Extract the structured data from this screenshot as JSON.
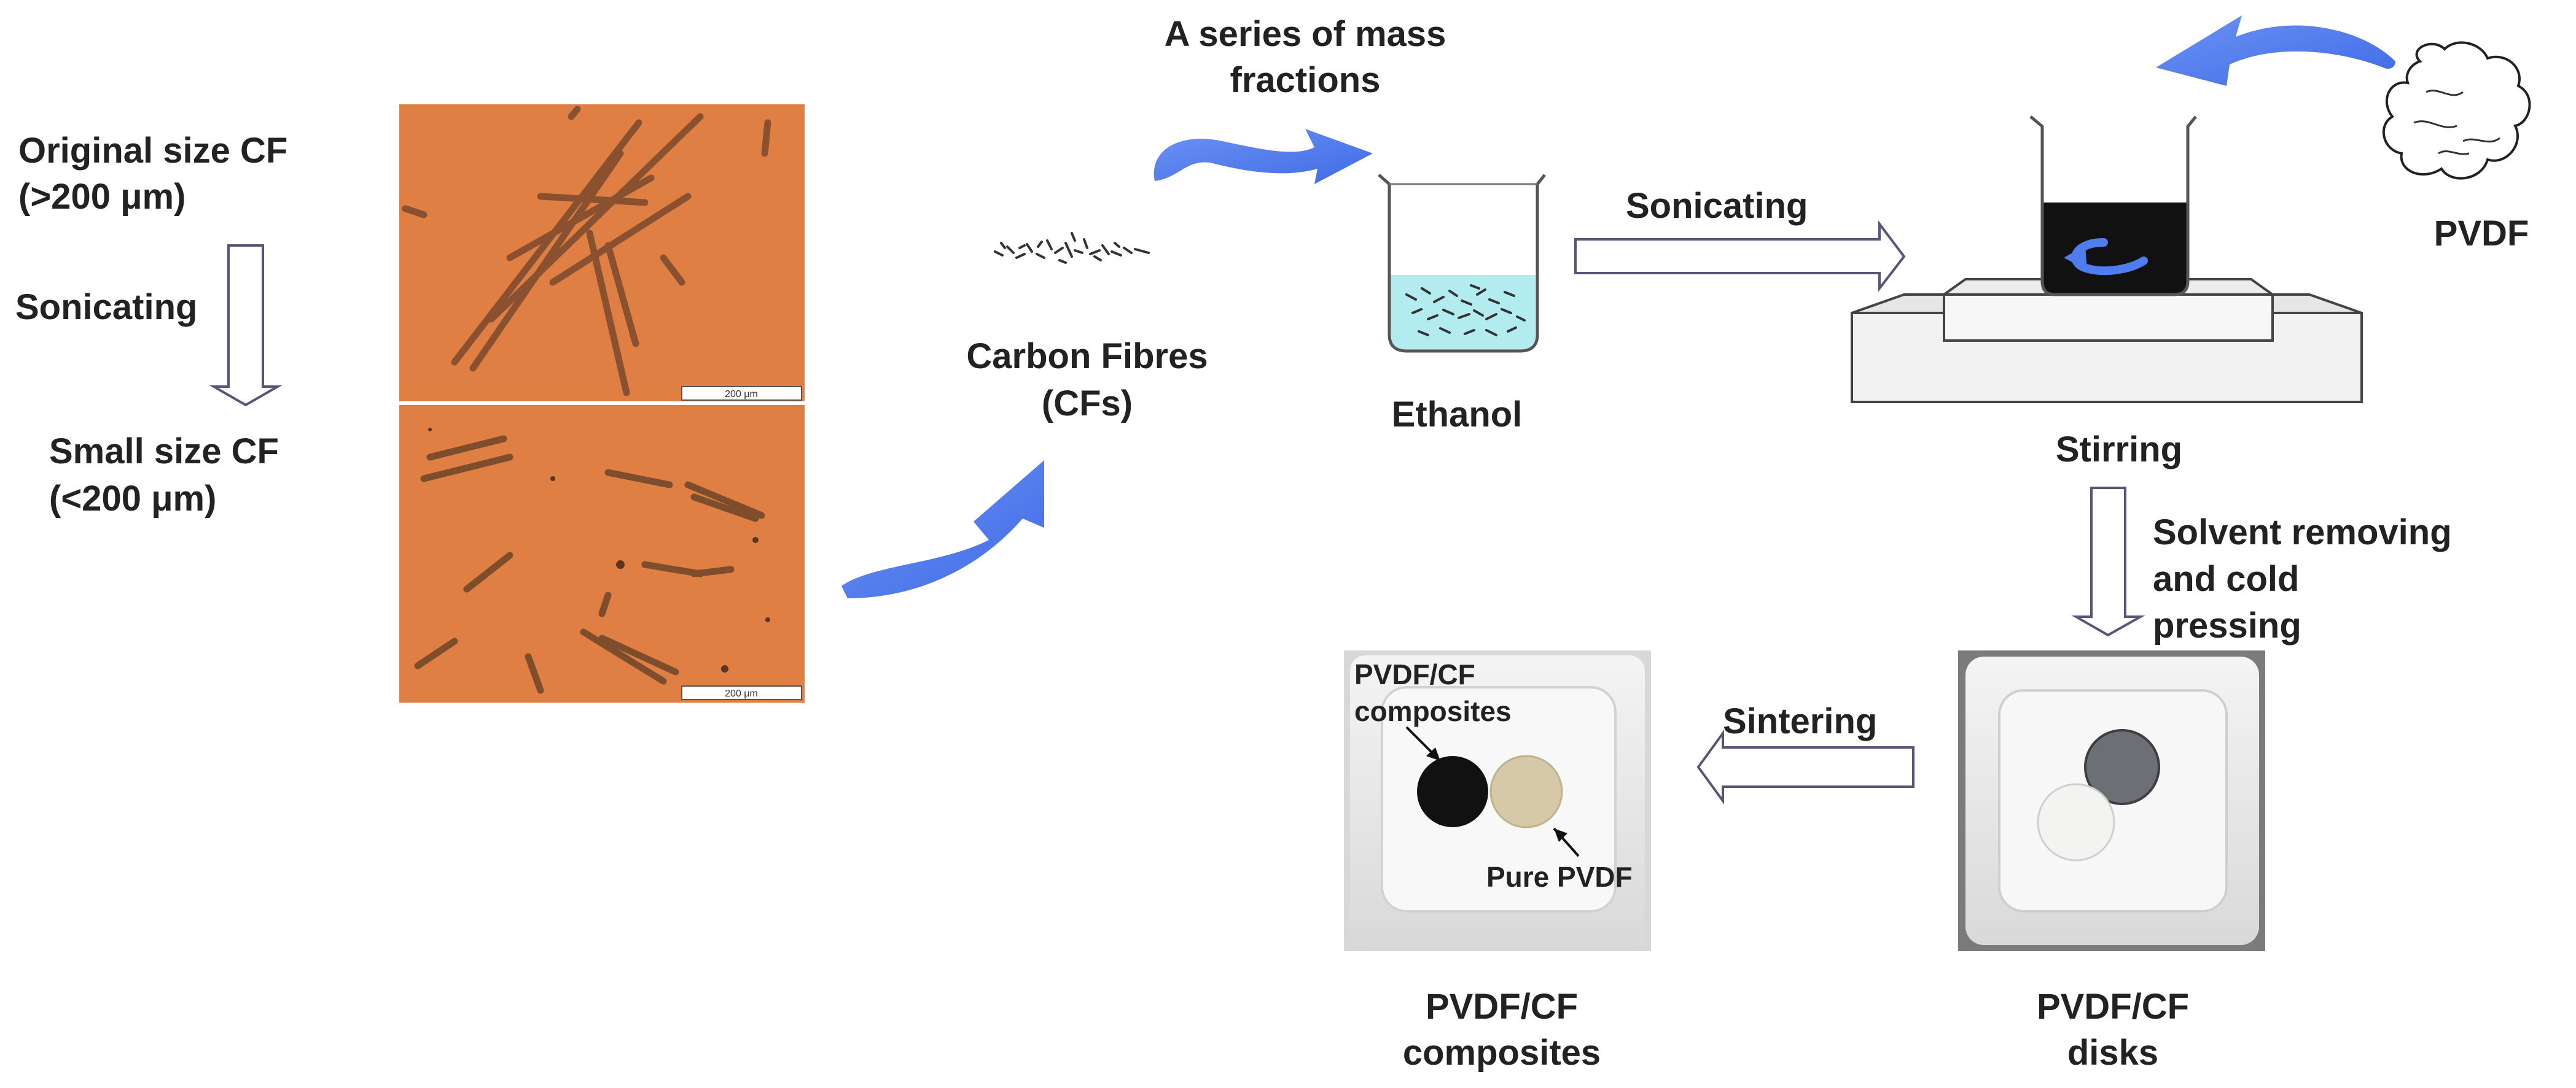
{
  "labels": {
    "original_size_line1": "Original size CF",
    "original_size_line2": "(>200 μm)",
    "sonicating_left": "Sonicating",
    "small_size_line1": "Small size CF",
    "small_size_line2": "(<200 μm)",
    "series_line1": "A series of mass",
    "series_line2": "fractions",
    "carbon_fibres_line1": "Carbon Fibres",
    "carbon_fibres_line2": "(CFs)",
    "ethanol": "Ethanol",
    "sonicating_mid": "Sonicating",
    "stirring": "Stirring",
    "pvdf": "PVDF",
    "solvent_line1": "Solvent removing",
    "solvent_line2": "and cold",
    "solvent_line3": "pressing",
    "sintering": "Sintering",
    "photo_composites_line1": "PVDF/CF",
    "photo_composites_line2": "composites",
    "pure_pvdf": "Pure PVDF",
    "composites_caption_line1": "PVDF/CF",
    "composites_caption_line2": "composites",
    "disks_caption_line1": "PVDF/CF",
    "disks_caption_line2": "disks",
    "scale_bar_top": "200 μm",
    "scale_bar_bottom": "200 μm"
  },
  "colors": {
    "accent_arrow": "#4f7df0",
    "micrograph_bg": "#e07f43",
    "ethanol_liquid": "#b3ecef",
    "stirred_liquid": "#111111",
    "hollow_arrow_stroke": "#58557a"
  },
  "icons": {
    "curved_arrows": "curved-arrow-icon",
    "beaker": "beaker-icon",
    "stir_plate": "stir-plate-icon",
    "pvdf_powder": "powder-icon"
  }
}
